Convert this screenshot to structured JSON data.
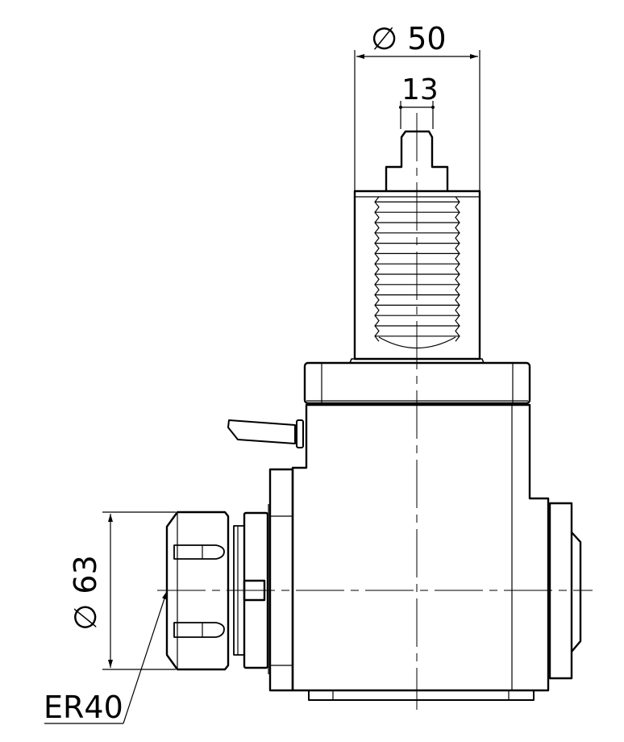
{
  "dimensions": {
    "shank_diameter": {
      "symbol": "∅",
      "value": "50"
    },
    "tang_width": {
      "value": "13"
    },
    "collet_nut_diameter": {
      "symbol": "∅",
      "value": "63"
    }
  },
  "callouts": {
    "collet_type": "ER40"
  }
}
